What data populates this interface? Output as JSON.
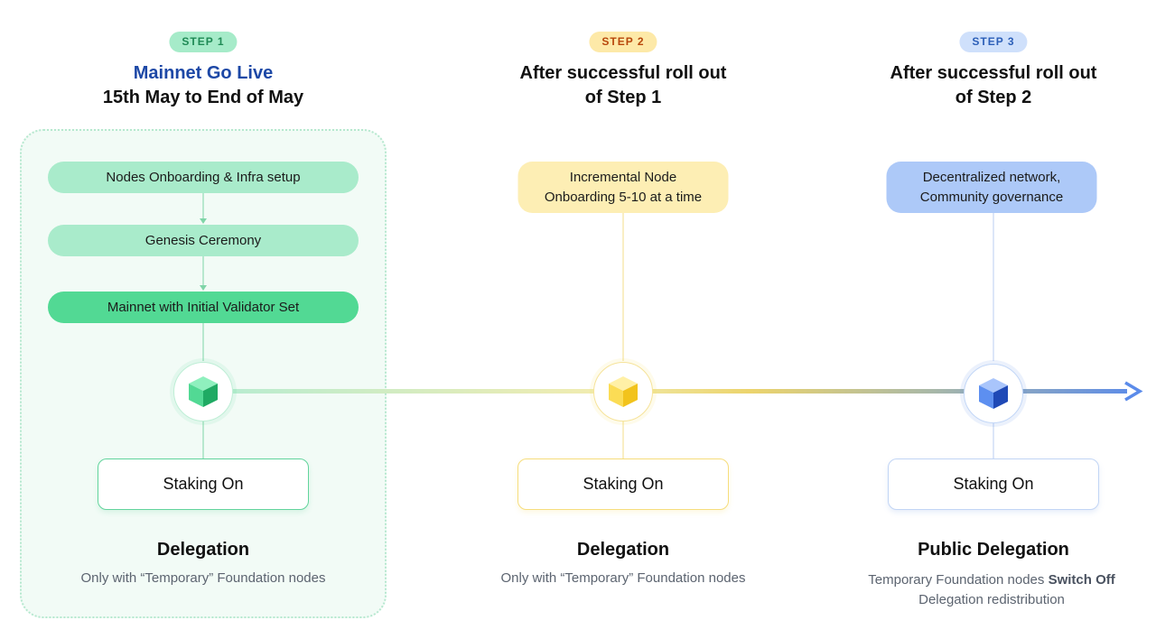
{
  "steps": [
    {
      "badge": "STEP 1",
      "title_highlight": "Mainnet Go Live",
      "title_line2": "15th May to End of May",
      "flow": [
        "Nodes Onboarding & Infra setup",
        "Genesis Ceremony",
        "Mainnet with Initial Validator Set"
      ],
      "staking": "Staking On",
      "delegation": "Delegation",
      "note": "Only with “Temporary” Foundation nodes"
    },
    {
      "badge": "STEP 2",
      "title_line1": "After successful roll out",
      "title_line2": "of Step 1",
      "box_line1": "Incremental Node",
      "box_line2": "Onboarding 5-10 at a time",
      "staking": "Staking On",
      "delegation": "Delegation",
      "note": "Only with “Temporary” Foundation nodes"
    },
    {
      "badge": "STEP 3",
      "title_line1": "After successful roll out",
      "title_line2": "of Step 2",
      "box_line1": "Decentralized network,",
      "box_line2": "Community governance",
      "staking": "Staking On",
      "delegation": "Public Delegation",
      "note_prefix": "Temporary Foundation nodes ",
      "note_bold": "Switch Off",
      "note_line2": "Delegation redistribution"
    }
  ],
  "colors": {
    "green": "#52d994",
    "yellow": "#f7d84a",
    "blue": "#3f73df",
    "title_blue": "#1d48a6"
  },
  "icons": [
    "cube-icon-green",
    "cube-icon-yellow",
    "cube-icon-blue",
    "arrow-right-icon"
  ]
}
